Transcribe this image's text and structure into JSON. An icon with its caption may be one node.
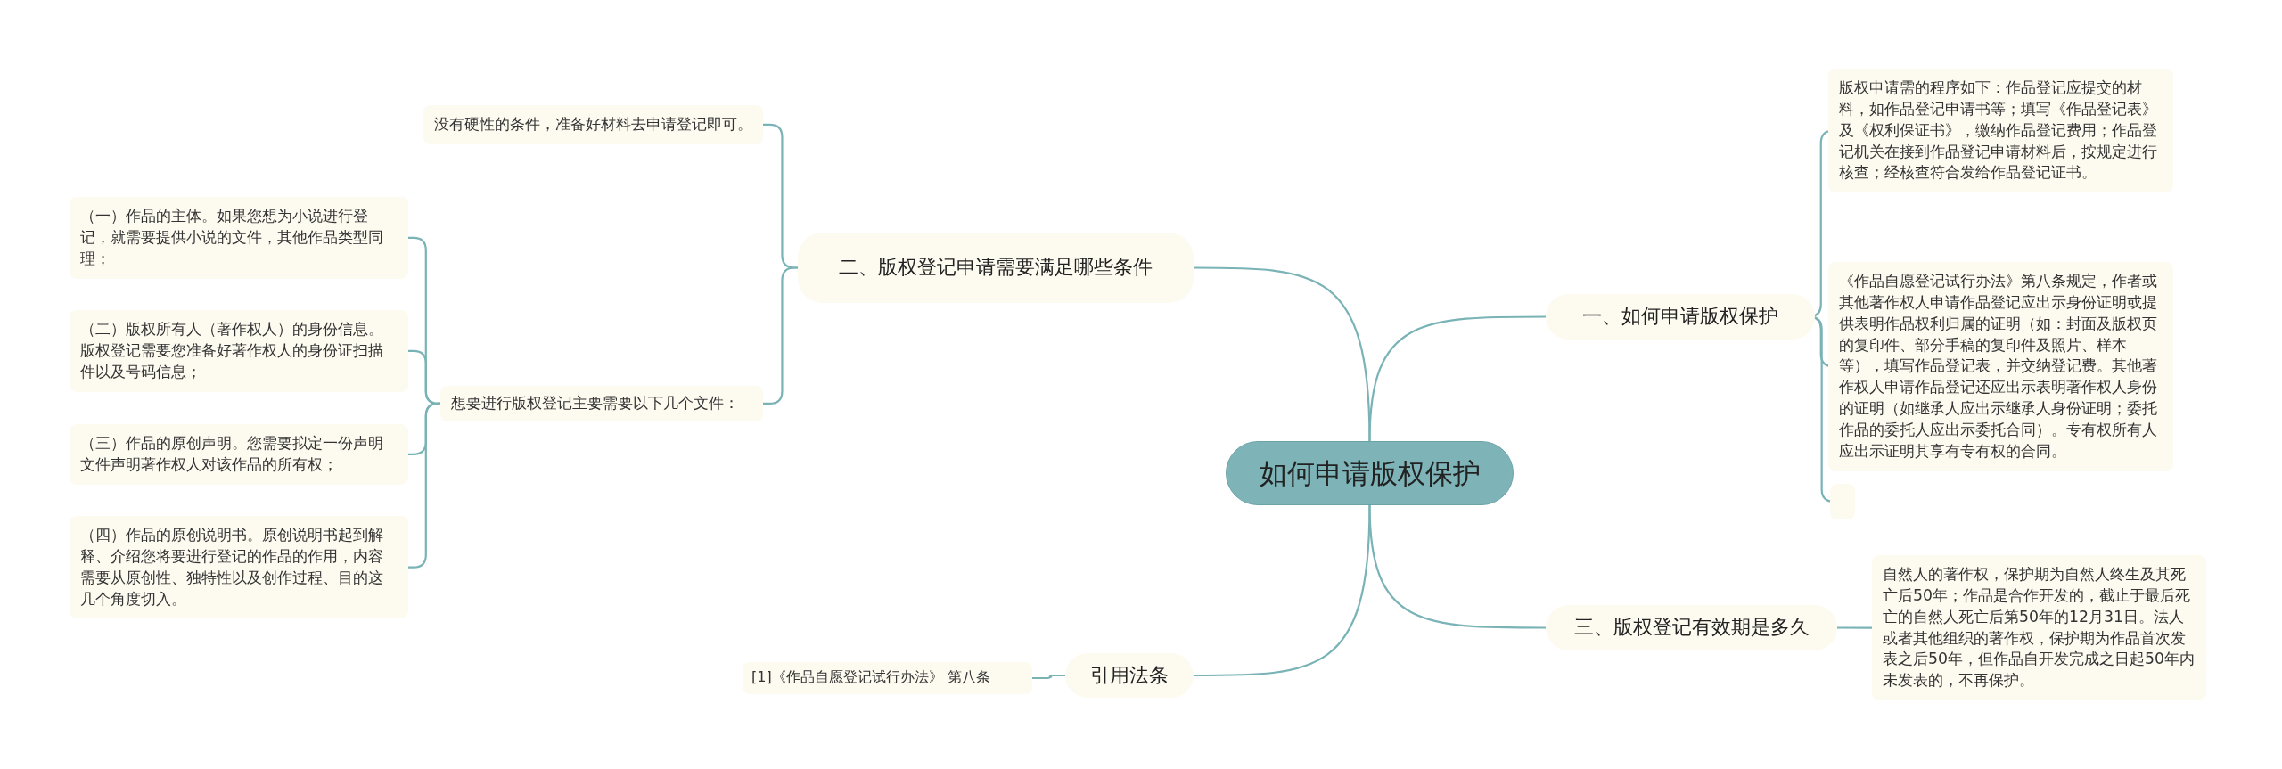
{
  "diagram": {
    "nodes": [
      {
        "text": [
          "如何申请版权保护"
        ]
      },
      {
        "text": [
          "一、如何申请版权保护"
        ]
      },
      {
        "text": [
          "版权申请需的程序如下：作品登记应提交的材料，如作品登记申请书等；填写《作品登记表》及《权利保证书》，缴纳作品登记费用；作品登记机关在接到作品登记申请材料后，按规定进行核查；经核查符合发给作品登记证书。"
        ]
      },
      {
        "text": [
          "《作品自愿登记试行办法》第八条规定，作者或其他著作权人申请作品登记应出示身份证明或提供表明作品权利归属的证明（如：封面及版权页的复印件、部分手稿的复印件及照片、样本等），填写作品登记表，并交纳登记费。其他著作权人申请作品登记还应出示表明著作权人身份的证明（如继承人应出示继承人身份证明；委托作品的委托人应出示委托合同）。专有权所有人应出示证明其享有专有权的合同。"
        ]
      },
      {
        "text": [],
        "shape": "box"
      },
      {
        "text": [
          "三、版权登记有效期是多久"
        ]
      },
      {
        "text": [
          "自然人的著作权，保护期为自然人终生及其死亡后50年；作品是合作开发的，截止于最后死亡的自然人死亡后第50年的12月31日。法人或者其他组织的著作权，保护期为作品首次发表之后50年，但作品自开发完成之日起50年内未发表的，不再保护。"
        ]
      },
      {
        "text": [
          "二、版权登记申请需要满足哪些条件"
        ]
      },
      {
        "text": [
          "没有硬性的条件，准备好材料去申请登记即可。"
        ]
      },
      {
        "text": [
          "想要进行版权登记主要需要以下几个文件："
        ]
      },
      {
        "text": [
          "（一）作品的主体。如果您想为小说进行登记，就需要提供小说的文件，其他作品类型同理；"
        ]
      },
      {
        "text": [
          "（二）版权所有人（著作权人）的身份信息。版权登记需要您准备好著作权人的身份证扫描件以及号码信息；"
        ]
      },
      {
        "text": [
          "（三）作品的原创声明。您需要拟定一份声明文件声明著作权人对该作品的所有权；"
        ]
      },
      {
        "text": [
          "（四）作品的原创说明书。原创说明书起到解释、介绍您将要进行登记的作品的作用，内容需要从原创性、独特性以及创作过程、目的这几个角度切入。"
        ]
      },
      {
        "text": [
          "引用法条"
        ]
      },
      {
        "text": [
          "[1]《作品自愿登记试行办法》 第八条"
        ]
      }
    ],
    "edges": [
      {
        "from": 0,
        "to": 1,
        "arrow": "none"
      },
      {
        "from": 1,
        "to": 2,
        "arrow": "none"
      },
      {
        "from": 1,
        "to": 3,
        "arrow": "none"
      },
      {
        "from": 1,
        "to": 4,
        "arrow": "none"
      },
      {
        "from": 0,
        "to": 5,
        "arrow": "none"
      },
      {
        "from": 5,
        "to": 6,
        "arrow": "none"
      },
      {
        "from": 0,
        "to": 7,
        "arrow": "none"
      },
      {
        "from": 7,
        "to": 8,
        "arrow": "none"
      },
      {
        "from": 7,
        "to": 9,
        "arrow": "none"
      },
      {
        "from": 9,
        "to": 10,
        "arrow": "none"
      },
      {
        "from": 9,
        "to": 11,
        "arrow": "none"
      },
      {
        "from": 9,
        "to": 12,
        "arrow": "none"
      },
      {
        "from": 9,
        "to": 13,
        "arrow": "none"
      },
      {
        "from": 0,
        "to": 14,
        "arrow": "none"
      },
      {
        "from": 14,
        "to": 15,
        "arrow": "none"
      }
    ]
  }
}
